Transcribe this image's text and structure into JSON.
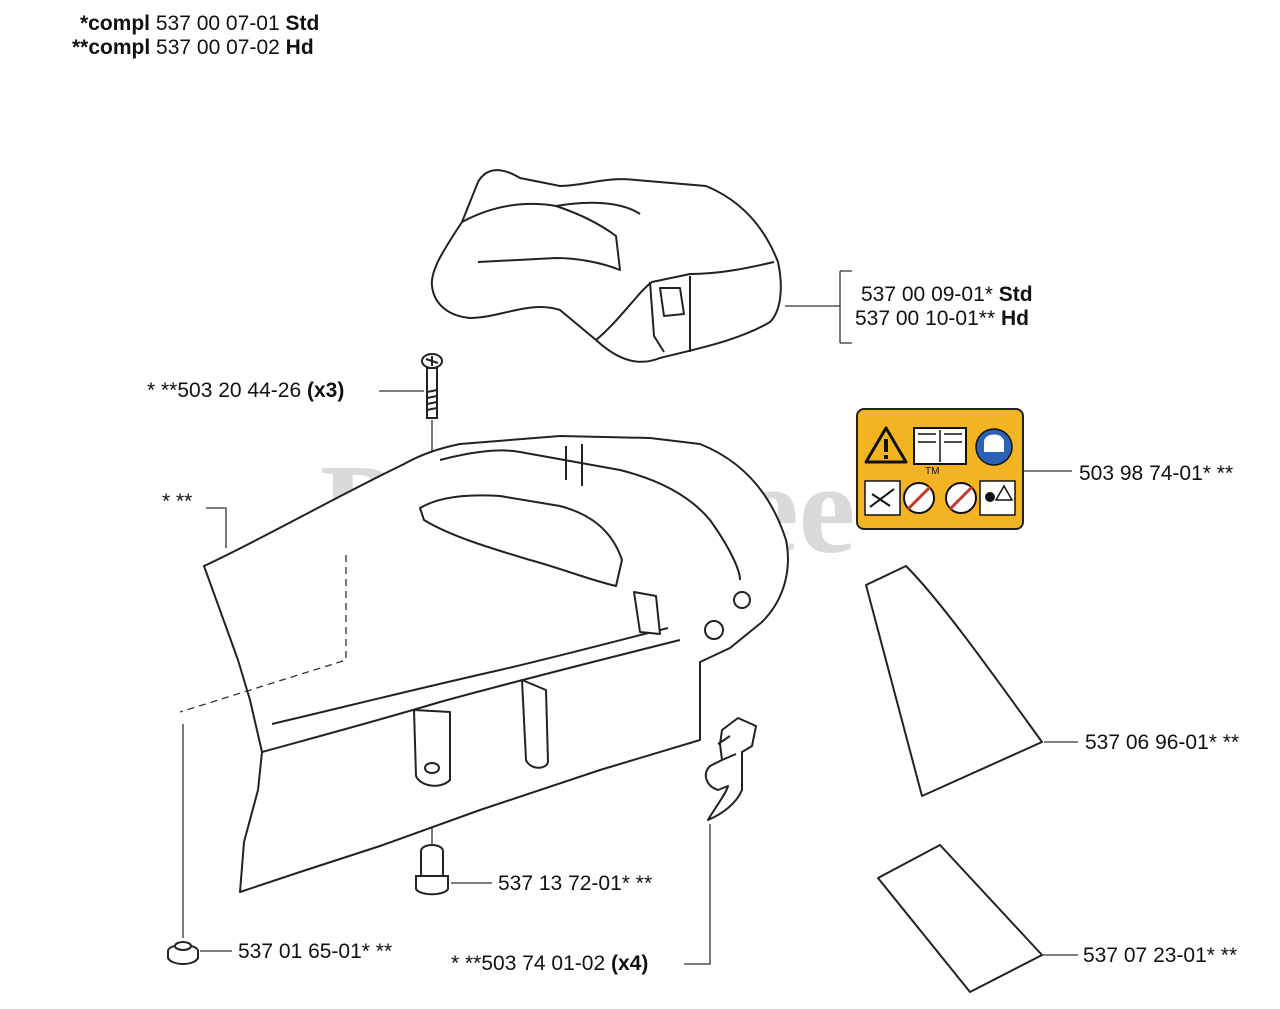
{
  "header": {
    "std_prefix": "*compl",
    "std_number": "537 00 07-01",
    "std_suffix": "Std",
    "hd_prefix": "**compl",
    "hd_number": "537 00 07-02",
    "hd_suffix": "Hd"
  },
  "watermark": "PartsTree",
  "warning_decal_tm": "TM",
  "parts": {
    "top_cover_std": {
      "number": "537 00 09-01*",
      "variant": "Std"
    },
    "top_cover_hd": {
      "number": "537 00 10-01**",
      "variant": "Hd"
    },
    "screw": {
      "prefix": "* **503 20 44-26",
      "qty": "(x3)"
    },
    "cover_body": {
      "label": "* **"
    },
    "decal": {
      "number": "503 98 74-01* **"
    },
    "filter_pad": {
      "number": "537 06 96-01* **"
    },
    "sleeve": {
      "number": "537 13 72-01* **"
    },
    "grommet": {
      "number": "537 01 65-01* **"
    },
    "clip": {
      "prefix": "* **503 74 01-02",
      "qty": "(x4)"
    },
    "sheet": {
      "number": "537 07 23-01* **"
    }
  }
}
